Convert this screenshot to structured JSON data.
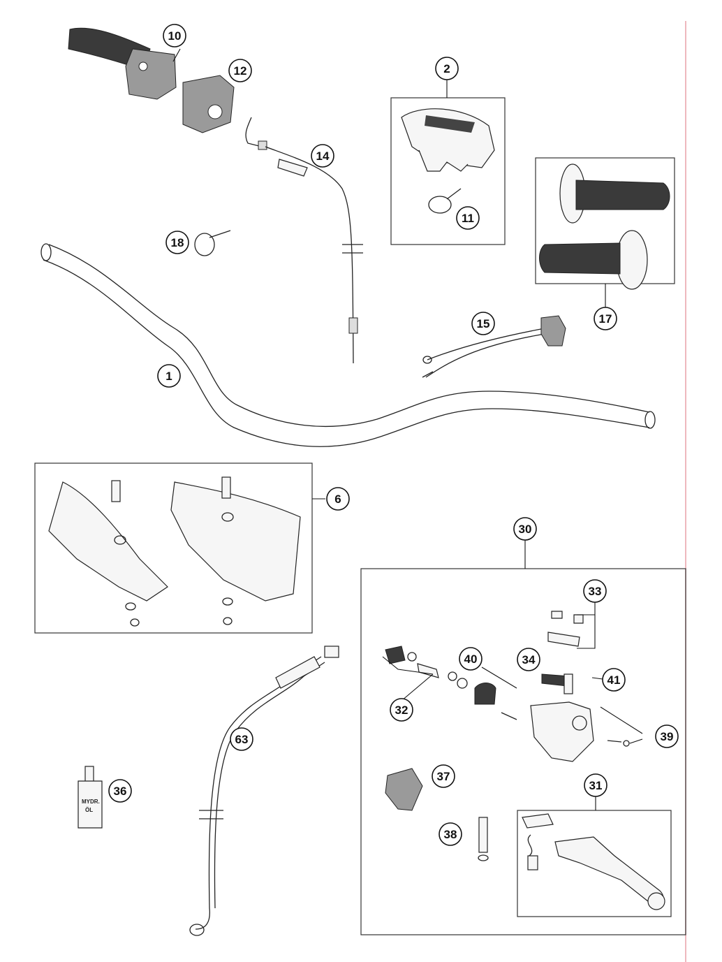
{
  "parts": [
    {
      "id": "p1",
      "label": "1"
    },
    {
      "id": "p2",
      "label": "2"
    },
    {
      "id": "p6",
      "label": "6"
    },
    {
      "id": "p10",
      "label": "10"
    },
    {
      "id": "p11",
      "label": "11"
    },
    {
      "id": "p12",
      "label": "12"
    },
    {
      "id": "p14",
      "label": "14"
    },
    {
      "id": "p15",
      "label": "15"
    },
    {
      "id": "p17",
      "label": "17"
    },
    {
      "id": "p18",
      "label": "18"
    },
    {
      "id": "p30",
      "label": "30"
    },
    {
      "id": "p31",
      "label": "31"
    },
    {
      "id": "p32",
      "label": "32"
    },
    {
      "id": "p33",
      "label": "33"
    },
    {
      "id": "p34",
      "label": "34"
    },
    {
      "id": "p36",
      "label": "36"
    },
    {
      "id": "p37",
      "label": "37"
    },
    {
      "id": "p38",
      "label": "38"
    },
    {
      "id": "p39",
      "label": "39"
    },
    {
      "id": "p40",
      "label": "40"
    },
    {
      "id": "p41",
      "label": "41"
    },
    {
      "id": "p63",
      "label": "63"
    }
  ],
  "bottle_text": [
    "MYDR.",
    "ÖL"
  ],
  "colors": {
    "ink": "#222222",
    "border_red": "#e8a0a8",
    "background": "#ffffff"
  }
}
